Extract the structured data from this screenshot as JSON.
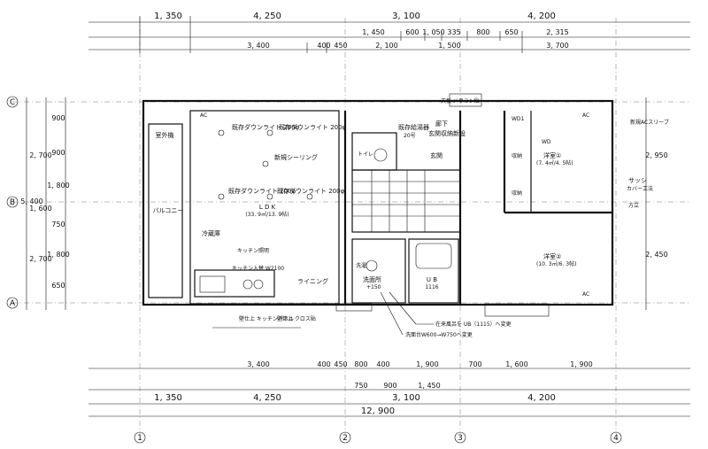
{
  "top_dims": {
    "row1": [
      "1, 350",
      "4, 250",
      "3, 100",
      "4, 200"
    ],
    "row2": [
      "1, 450",
      "600",
      "1, 050",
      "335",
      "800",
      "650",
      "2, 315"
    ],
    "row3": [
      "3, 400",
      "400",
      "450",
      "2, 100",
      "1, 500",
      "3, 700"
    ]
  },
  "bottom_dims": {
    "row1": [
      "3, 400",
      "400",
      "450",
      "800",
      "400",
      "1, 900",
      "700",
      "1, 600",
      "1, 900"
    ],
    "row2": [
      "750",
      "900",
      "1, 450"
    ],
    "row3": [
      "1, 350",
      "4, 250",
      "3, 100",
      "4, 200"
    ],
    "total": "12, 900"
  },
  "left_dims": {
    "col1": [
      "900",
      "900",
      "1, 800",
      "750",
      "1, 800",
      "650"
    ],
    "col2": [
      "2, 700",
      "1, 600",
      "2, 700"
    ],
    "col3": "5, 400"
  },
  "right_dims": [
    "2, 950",
    "2, 450"
  ],
  "axis_labels": {
    "top": "C",
    "mid": "B",
    "bottom": "A",
    "x1": "1",
    "x2": "2",
    "x3": "3",
    "x4": "4"
  },
  "rooms": {
    "ldk": "L D K",
    "ldk_area": "(33. 9㎡/13. 9帖)",
    "balcony": "バルコニー",
    "outdoor_unit": "室外機",
    "fridge": "冷蔵庫",
    "kitchen_light": "キッチン照明",
    "kitchen_replace": "キッチン入替 W2100",
    "dining": "ライニング",
    "downlight1": "既存ダウンライト 200φ",
    "downlight2": "既存ダウンライト 200φ",
    "downlight3": "既存ダウンライト 200φ",
    "downlight4": "既存ダウンライト 200φ",
    "ceiling_light": "新規シーリング",
    "toilet": "トイレ",
    "water_heater": "既存給湯器",
    "water_heater_size": "20号",
    "hallway": "廊下",
    "entrance_storage": "玄関収納新設",
    "entrance": "玄関",
    "wash": "洗濯",
    "washroom": "洗面所",
    "washroom_height": "+150",
    "ub": "U B",
    "ub_size": "1116",
    "room1": "洋室①",
    "room1_area": "(7. 4㎡/4. 5帖)",
    "room2": "洋室②",
    "room2_area": "(10. 3㎡/6. 3帖)",
    "closet1": "収納",
    "closet2": "収納",
    "sash": "サッシ",
    "sash_note": "カバー工法",
    "new_ac": "新規ACスリーブ",
    "fittings": "方立",
    "top_label": "天板 メラミン貼",
    "note_ub": "在来風呂を UB（1115）へ変更",
    "note_basin": "洗面台W600→W750へ変更",
    "panel_left": "壁仕上 キッチンパネル",
    "panel_right": "壁仕上 クロス貼",
    "ac": "AC",
    "wd": "WD",
    "wd1": "WD1"
  }
}
